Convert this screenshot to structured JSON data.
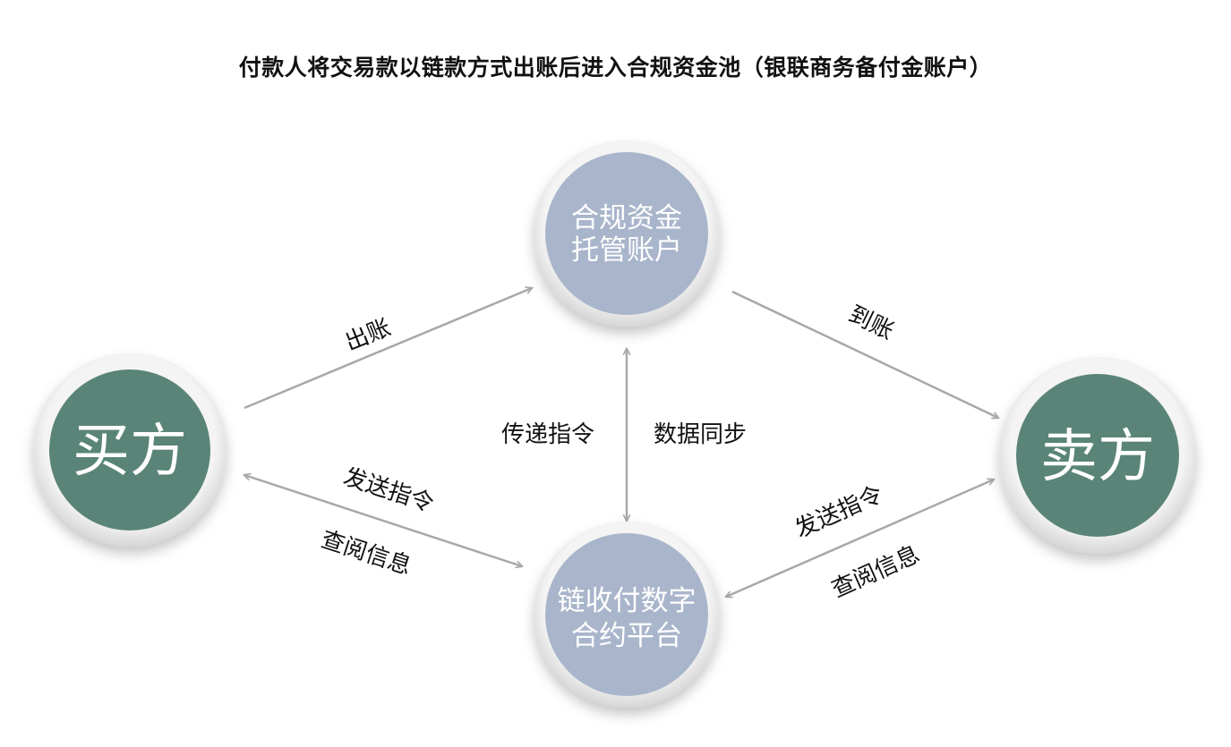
{
  "title": "付款人将交易款以链款方式出账后进入合规资金池（银联商务备付金账户）",
  "colors": {
    "party_node": "#5a8478",
    "platform_node": "#a9b5cb",
    "ring": "#e8e8e8",
    "arrow": "#a8a8a8"
  },
  "nodes": {
    "buyer": {
      "label": "买方"
    },
    "seller": {
      "label": "卖方"
    },
    "custody": {
      "line1": "合规资金",
      "line2": "托管账户"
    },
    "platform": {
      "line1": "链收付数字",
      "line2": "合约平台"
    }
  },
  "edges": {
    "buyer_to_custody": "出账",
    "custody_to_seller": "到账",
    "custody_platform_left": "传递指令",
    "custody_platform_right": "数据同步",
    "buyer_platform_top": "发送指令",
    "buyer_platform_bottom": "查阅信息",
    "seller_platform_top": "发送指令",
    "seller_platform_bottom": "查阅信息"
  }
}
